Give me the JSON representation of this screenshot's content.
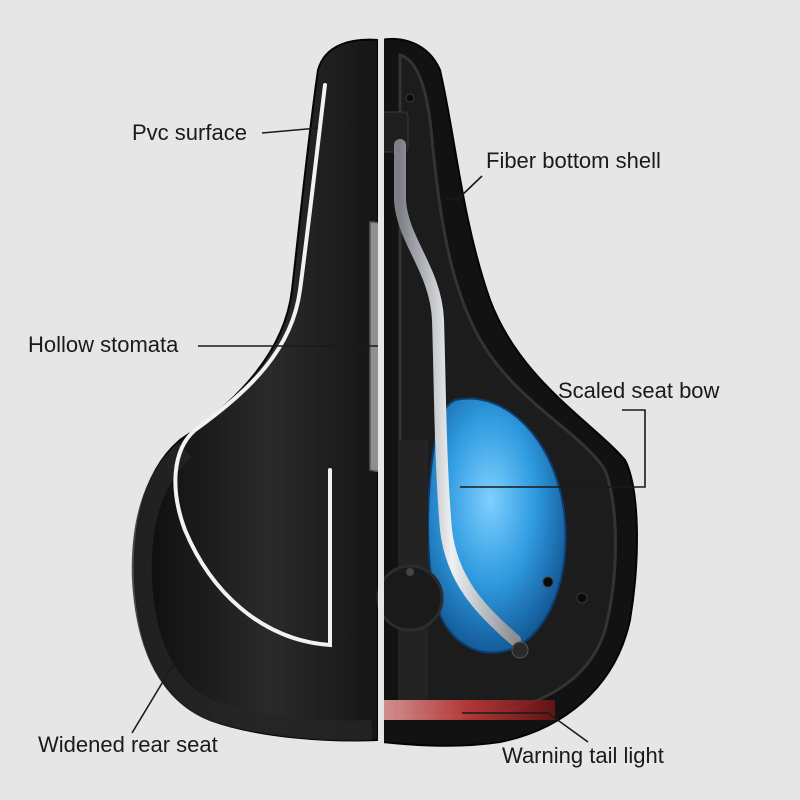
{
  "labels": {
    "pvc_surface": "Pvc surface",
    "fiber_bottom_shell": "Fiber bottom shell",
    "hollow_stomata": "Hollow stomata",
    "scaled_seat_bow": "Scaled seat bow",
    "widened_rear_seat": "Widened rear seat",
    "warning_tail_light": "Warning tail light"
  },
  "colors": {
    "background": "#e6e6e6",
    "saddle_black": "#151515",
    "gel_blue": "#2f9be0",
    "rail_silver": "#c9ccd0",
    "tail_light_red": "#c23a3a",
    "reflective_stripe": "#f2f2f2"
  }
}
